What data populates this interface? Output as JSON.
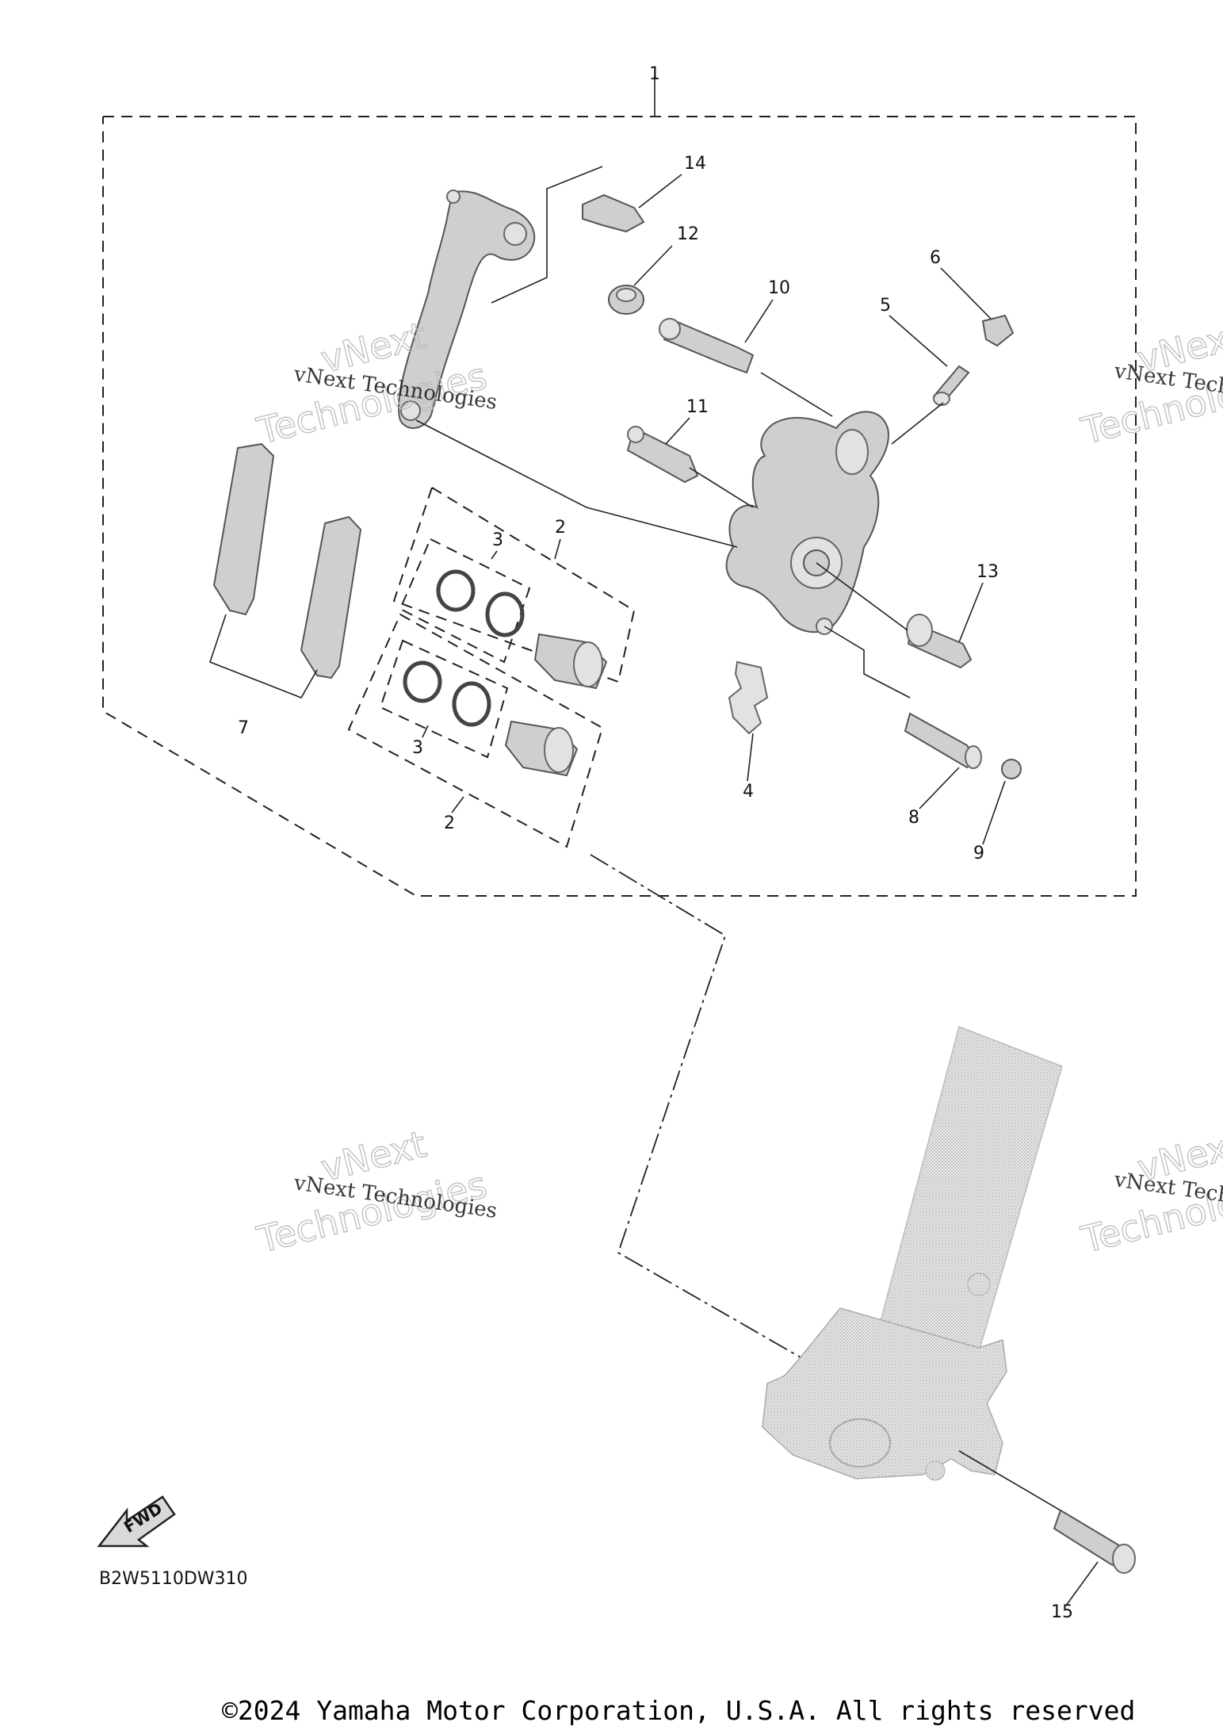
{
  "diagram_code": "B2W5110DW310",
  "copyright": "©2024 Yamaha Motor Corporation, U.S.A. All rights reserved",
  "fwd_label": "FWD",
  "watermark": {
    "line1": "vNext Technologies",
    "outline1": "vNext",
    "outline2": "Technologies"
  },
  "callouts": [
    "1",
    "2",
    "2",
    "3",
    "3",
    "4",
    "5",
    "6",
    "7",
    "8",
    "9",
    "10",
    "11",
    "12",
    "13",
    "14",
    "15"
  ]
}
